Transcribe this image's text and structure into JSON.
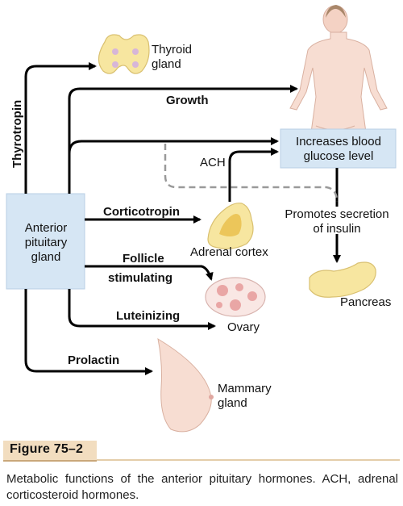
{
  "diagram": {
    "source_box": [
      "Anterior",
      "pituitary",
      "gland"
    ],
    "glucose_box": [
      "Increases blood",
      "glucose level"
    ],
    "hormones": {
      "thyrotropin": "Thyrotropin",
      "growth": "Growth",
      "corticotropin": "Corticotropin",
      "follicle_line1": "Follicle",
      "follicle_line2": "stimulating",
      "luteinizing": "Luteinizing",
      "prolactin": "Prolactin",
      "ach": "ACH"
    },
    "targets": {
      "thyroid_line1": "Thyroid",
      "thyroid_line2": "gland",
      "adrenal": "Adrenal cortex",
      "ovary": "Ovary",
      "mammary_line1": "Mammary",
      "mammary_line2": "gland",
      "insulin_line1": "Promotes secretion",
      "insulin_line2": "of insulin",
      "pancreas": "Pancreas"
    },
    "icons": [
      "thyroid-icon",
      "body-figure-icon",
      "adrenal-icon",
      "ovary-icon",
      "pancreas-icon",
      "breast-icon"
    ],
    "colors": {
      "box_fill": "#d6e6f4",
      "gland_yellow": "#f7e6a0",
      "skin": "#f7ddd2",
      "figure_bar": "#f2ddbf"
    }
  },
  "figure": {
    "label": "Figure 75–2",
    "caption": "Metabolic functions of the anterior pituitary hormones. ACH, adrenal corticosteroid hormones."
  }
}
